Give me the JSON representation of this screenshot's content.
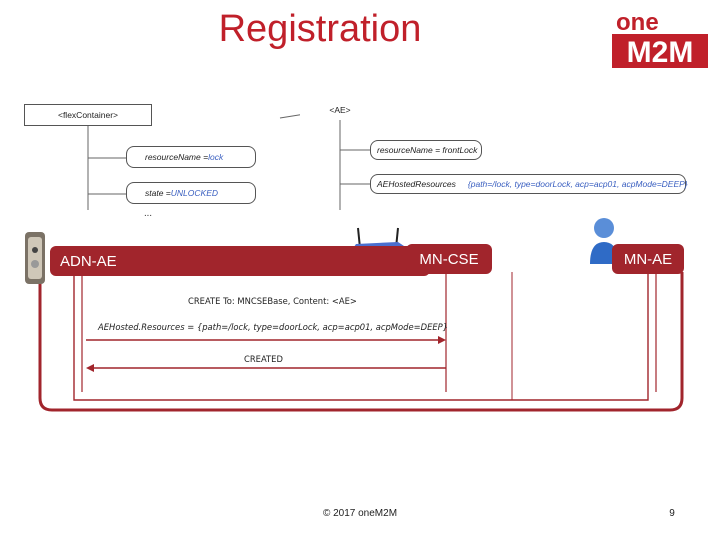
{
  "slide": {
    "title": "Registration",
    "footer": "© 2017 oneM2M",
    "page_number": "9"
  },
  "logo": {
    "line1": "one",
    "line2": "M2M",
    "brand_color": "#c0202a"
  },
  "uml": {
    "flex_container": "<flexContainer>",
    "ae": "<AE>",
    "resource_name_label": "resourceName = ",
    "resource_name_value": "lock",
    "state_label": "state = ",
    "state_value": "UNLOCKED",
    "ellipsis": "...",
    "ae_resource_name": "resourceName = frontLock",
    "ae_hosted_label": "AEHostedResources",
    "ae_hosted_value": "{path=/lock, type=doorLock, acp=acp01, acpMode=DEEP}"
  },
  "sequence": {
    "actors": {
      "adn_ae": "ADN-AE",
      "mn_cse": "MN-CSE",
      "mn_ae": "MN-AE"
    },
    "messages": {
      "create": "CREATE To: MNCSEBase, Content: <AE>",
      "hosted": "AEHosted.Resources = {path=/lock, type=doorLock, acp=acp01, acpMode=DEEP}",
      "created": "CREATED"
    },
    "colors": {
      "lane": "#a1252c",
      "arrow": "#a1252c"
    }
  },
  "icons": [
    "door-lock-icon",
    "router-icon",
    "user-icon",
    "onem2m-logo"
  ]
}
